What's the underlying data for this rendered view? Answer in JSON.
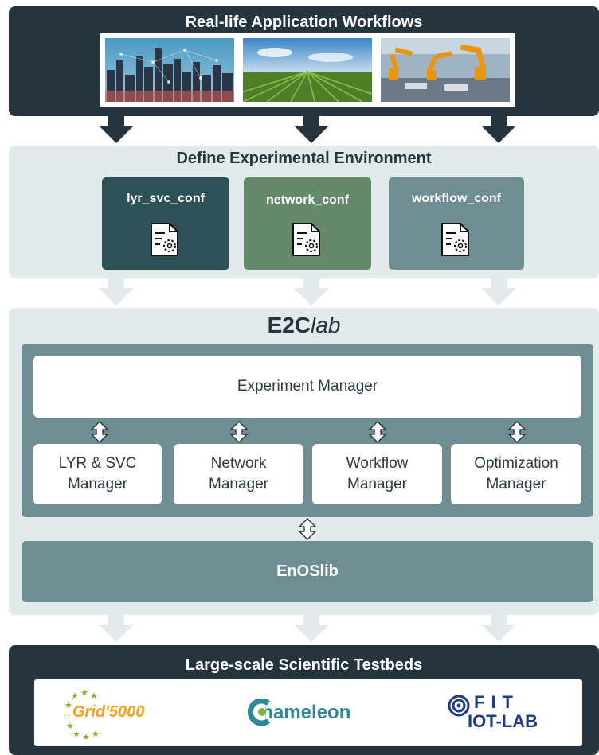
{
  "top": {
    "title": "Real-life Application Workflows",
    "images": [
      "smart-city-photo",
      "farm-field-photo",
      "industrial-robots-photo"
    ]
  },
  "define": {
    "title": "Define Experimental Environment",
    "configs": [
      {
        "label": "lyr_svc_conf",
        "color": "#2e5158"
      },
      {
        "label": "network_conf",
        "color": "#648a69"
      },
      {
        "label": "workflow_conf",
        "color": "#6e8e93"
      }
    ]
  },
  "e2c": {
    "title_bold": "E2C",
    "title_italic": "lab",
    "experiment_manager": "Experiment Manager",
    "managers": [
      {
        "line1": "LYR & SVC",
        "line2": "Manager"
      },
      {
        "line1": "Network",
        "line2": "Manager"
      },
      {
        "line1": "Workflow",
        "line2": "Manager"
      },
      {
        "line1": "Optimization",
        "line2": "Manager"
      }
    ],
    "enoslib": "EnOSlib"
  },
  "bottom": {
    "title": "Large-scale Scientific Testbeds",
    "logos": {
      "grid5000": "Grid'5000",
      "chameleon": "Chameleon",
      "fit_line1": "FIT",
      "fit_line2": "IOT-LAB"
    }
  },
  "colors": {
    "dark_panel": "#25343d",
    "light_panel": "#e3eaeb",
    "teal_panel": "#6e8e93",
    "grid_green": "#7cb41e",
    "grid_orange": "#f5a01e",
    "chameleon_teal": "#2f8a98",
    "chameleon_green": "#7ab843",
    "fit_navy": "#1f3c88"
  }
}
